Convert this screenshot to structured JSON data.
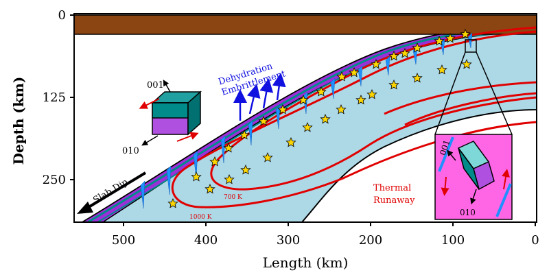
{
  "axes": {
    "ylabel": "Depth (km)",
    "xlabel": "Length (km)",
    "y_ticks": [
      "0",
      "125",
      "250"
    ],
    "x_ticks": [
      "500",
      "400",
      "300",
      "200",
      "100",
      "0"
    ]
  },
  "annotations": {
    "dehydration_line1": "Dehydration",
    "dehydration_line2": "Embrittlement",
    "slab_dip": "Slab Dip",
    "thermal_line1": "Thermal",
    "thermal_line2": "Runaway",
    "isotherm_700": "700 K",
    "isotherm_1000": "1000 K",
    "crystal_001": "001",
    "crystal_010": "010",
    "inset_001": "001",
    "inset_010": "010"
  },
  "colors": {
    "lithosphere": "#8B4513",
    "slab": "#ADD8E6",
    "crust": "#9B30D9",
    "crust_stripe": "#008B8B",
    "isotherm": "#E00000",
    "arrows_blue": "#1010E0",
    "inset_bg": "#FF66E6",
    "star_fill": "#FFD700"
  }
}
